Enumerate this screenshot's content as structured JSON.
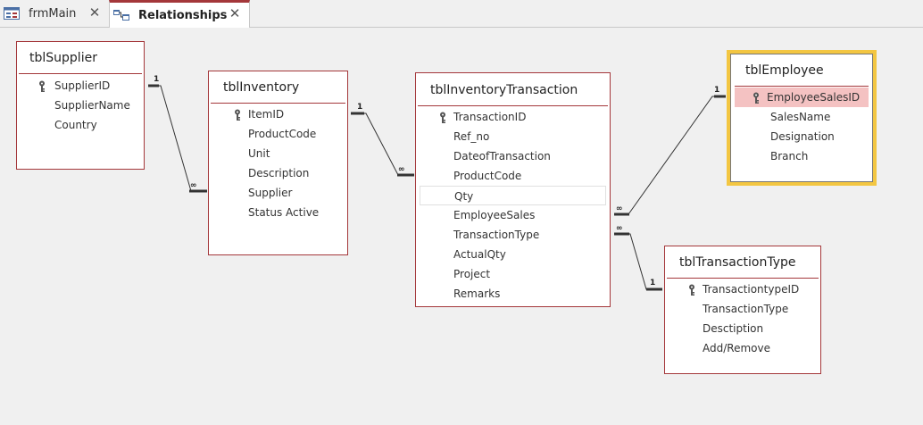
{
  "tabs": [
    {
      "label": "frmMain",
      "active": false
    },
    {
      "label": "Relationships",
      "active": true
    }
  ],
  "close_glyph": "✕",
  "tables": {
    "supplier": {
      "title": "tblSupplier",
      "fields": [
        "SupplierID",
        "SupplierName",
        "Country"
      ]
    },
    "inventory": {
      "title": "tblInventory",
      "fields": [
        "ItemID",
        "ProductCode",
        "Unit",
        "Description",
        "Supplier",
        "Status Active"
      ]
    },
    "transaction": {
      "title": "tblInventoryTransaction",
      "fields": [
        "TransactionID",
        "Ref_no",
        "DateofTransaction",
        "ProductCode",
        "Qty",
        "EmployeeSales",
        "TransactionType",
        "ActualQty",
        "Project",
        "Remarks"
      ]
    },
    "employee": {
      "title": "tblEmployee",
      "fields": [
        "EmployeeSalesID",
        "SalesName",
        "Designation",
        "Branch"
      ]
    },
    "transtype": {
      "title": "tblTransactionType",
      "fields": [
        "TransactiontypeID",
        "TransactionType",
        "Desctiption",
        "Add/Remove"
      ]
    }
  },
  "relationship_markers": {
    "one": "1",
    "many": "∞"
  },
  "colors": {
    "table_border": "#a4373a",
    "selected_outline": "#f3c642",
    "highlight_row": "#f4c2c2"
  },
  "icons": [
    "form-icon",
    "relationships-icon",
    "primary-key-icon",
    "close-icon"
  ]
}
